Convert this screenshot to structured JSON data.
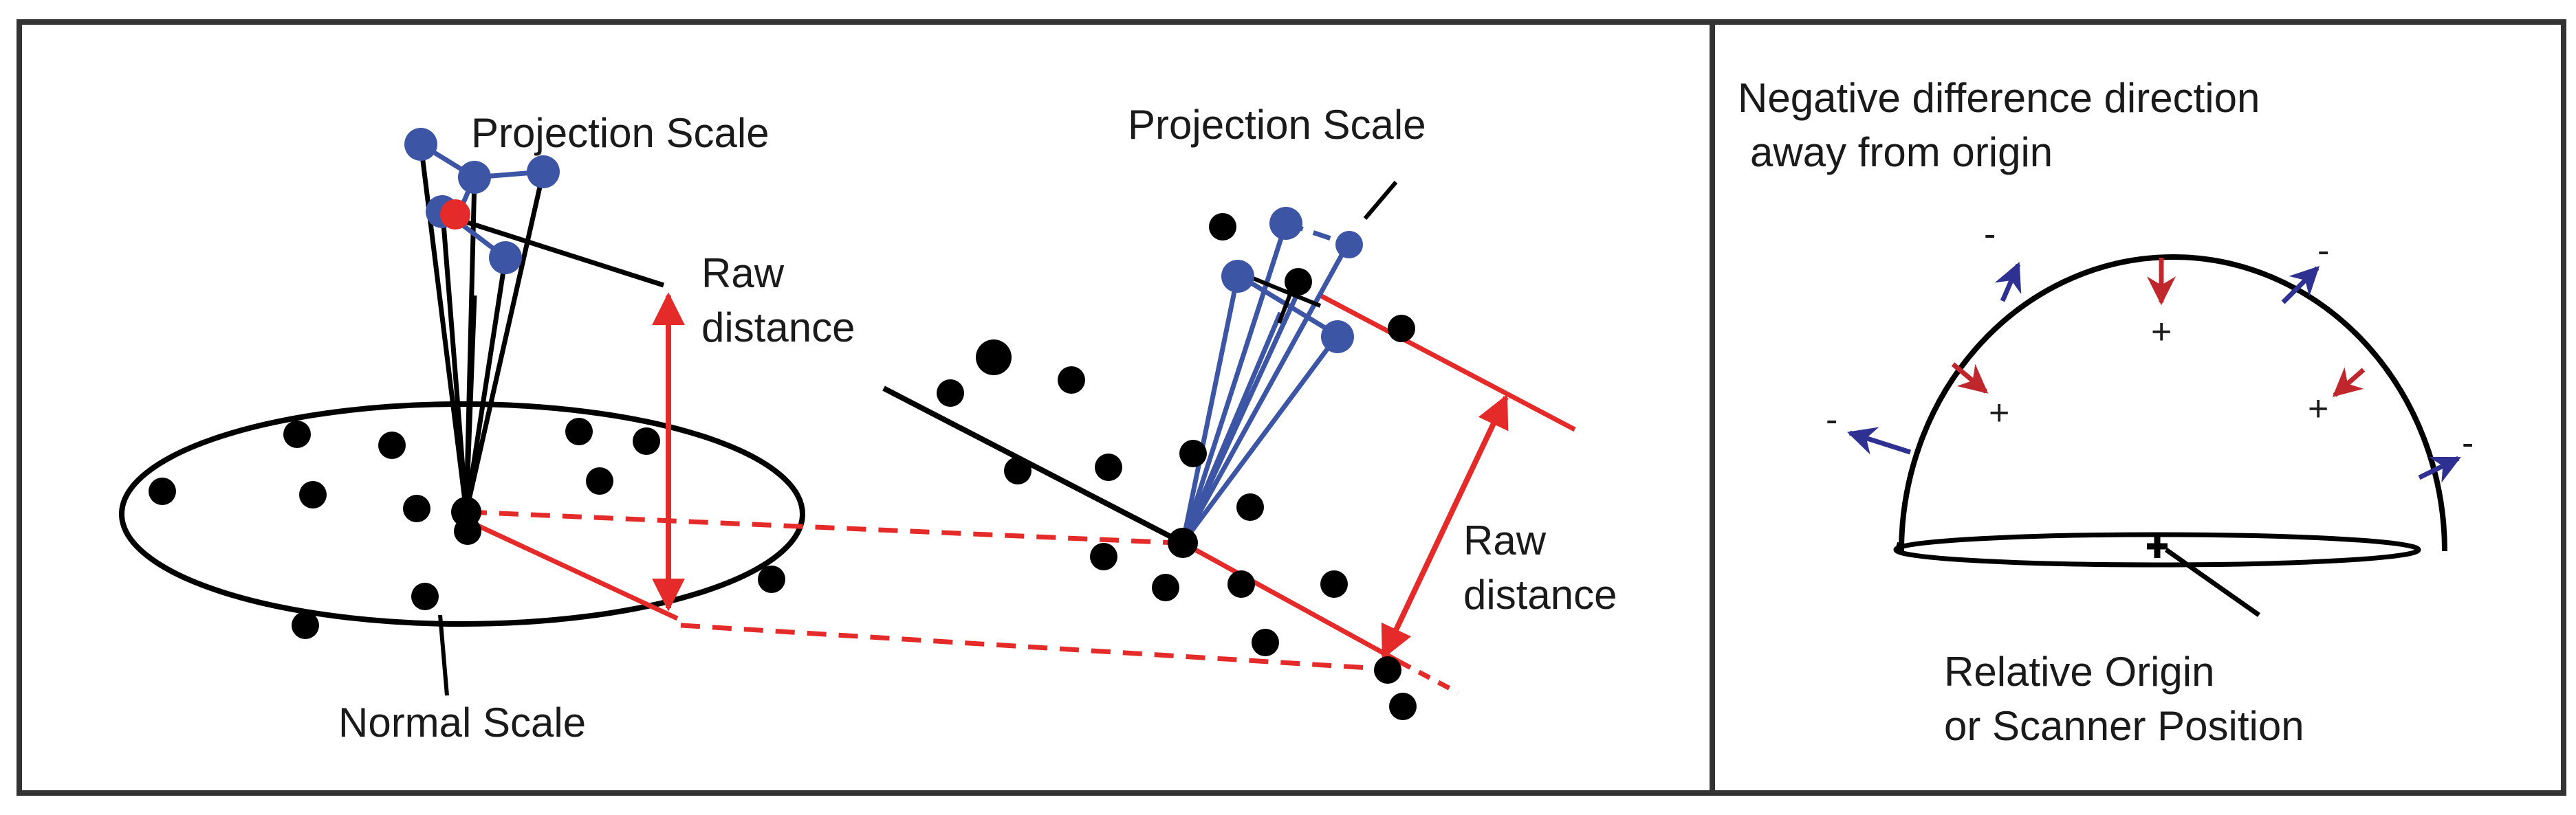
{
  "left_panel": {
    "projection_scale_label_1": "Projection Scale",
    "projection_scale_label_2": "Projection Scale",
    "raw_distance_label_1": [
      "Raw",
      "distance"
    ],
    "raw_distance_label_2": [
      "Raw",
      "distance"
    ],
    "normal_scale_label": "Normal Scale"
  },
  "right_panel": {
    "title_line_1": "Negative difference direction",
    "title_line_2": "away from origin",
    "origin_label_line_1": "Relative Origin",
    "origin_label_line_2": "or Scanner Position",
    "negative_sign": "-",
    "positive_sign": "+"
  },
  "colors": {
    "point": "#000000",
    "projection": "#3d55a5",
    "raw_distance": "#e52a2a",
    "inward_arrow": "#c0272d",
    "outward_arrow": "#2e3192",
    "frame": "#333333"
  }
}
